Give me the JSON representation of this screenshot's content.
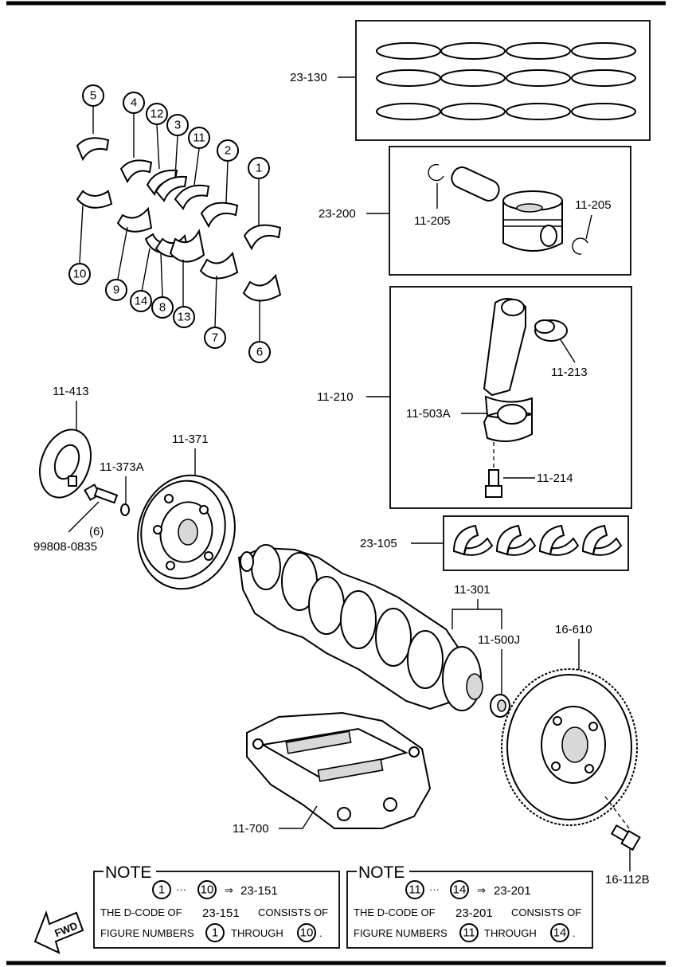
{
  "labels": {
    "l23_130": "23-130",
    "l23_200": "23-200",
    "l11_205a": "11-205",
    "l11_205b": "11-205",
    "l11_210": "11-210",
    "l11_213": "11-213",
    "l11_503a": "11-503A",
    "l11_214": "11-214",
    "l23_105": "23-105",
    "l11_413": "11-413",
    "l11_371": "11-371",
    "l11_373a": "11-373A",
    "l99808": "99808-0835",
    "l99808_qty": "(6)",
    "l11_301": "11-301",
    "l11_500j": "11-500J",
    "l16_610": "16-610",
    "l11_700": "11-700",
    "l16_112b": "16-112B"
  },
  "bearing_numbers": [
    "1",
    "2",
    "3",
    "4",
    "5",
    "6",
    "7",
    "8",
    "9",
    "10",
    "11",
    "12",
    "13",
    "14"
  ],
  "note1": {
    "title": "NOTE",
    "from": "1",
    "dots": "···",
    "to": "10",
    "arrow": "⇒",
    "code": "23-151",
    "line2a": "THE D-CODE OF",
    "line2b": "23-151",
    "line2c": "CONSISTS OF",
    "line3a": "FIGURE NUMBERS",
    "line3b": "THROUGH",
    "line3c": "."
  },
  "note2": {
    "title": "NOTE",
    "from": "11",
    "dots": "···",
    "to": "14",
    "arrow": "⇒",
    "code": "23-201",
    "line2a": "THE D-CODE OF",
    "line2b": "23-201",
    "line2c": "CONSISTS OF",
    "line3a": "FIGURE NUMBERS",
    "line3b": "THROUGH",
    "line3c": "."
  },
  "fwd": "FWD"
}
